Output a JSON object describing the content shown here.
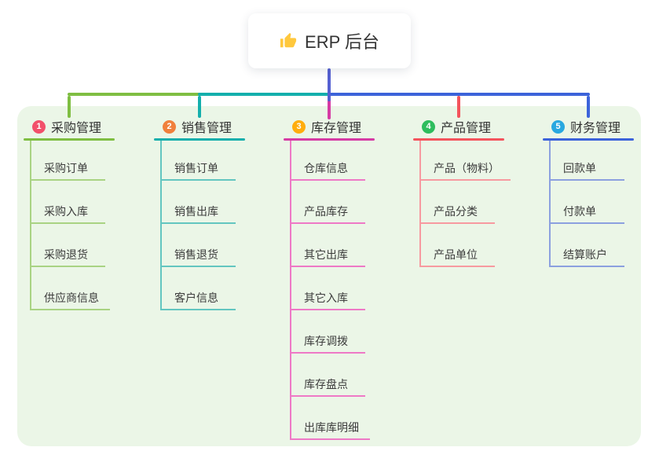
{
  "root": {
    "title": "ERP 后台",
    "icon": "thumbs-up",
    "line_color": "#5560D2",
    "icon_color": "#FFC83D"
  },
  "panel_color": "#EBF6E7",
  "branches": [
    {
      "num": "1",
      "label": "采购管理",
      "color": "#7FBE42",
      "light_color": "#A9D383",
      "badge_color": "#F2506A",
      "children": [
        "采购订单",
        "采购入库",
        "采购退货",
        "供应商信息"
      ]
    },
    {
      "num": "2",
      "label": "销售管理",
      "color": "#14AFAC",
      "light_color": "#63C6C0",
      "badge_color": "#F0803C",
      "children": [
        "销售订单",
        "销售出库",
        "销售退货",
        "客户信息"
      ]
    },
    {
      "num": "3",
      "label": "库存管理",
      "color": "#D63BA4",
      "light_color": "#EE79C6",
      "badge_color": "#FFAD0D",
      "children": [
        "仓库信息",
        "产品库存",
        "其它出库",
        "其它入库",
        "库存调拨",
        "库存盘点",
        "出库库明细"
      ]
    },
    {
      "num": "4",
      "label": "产品管理",
      "color": "#F4545C",
      "light_color": "#F79AA0",
      "badge_color": "#2EBD5D",
      "children": [
        "产品（物料）",
        "产品分类",
        "产品单位"
      ]
    },
    {
      "num": "5",
      "label": "财务管理",
      "color": "#3C63DA",
      "light_color": "#8CA0DF",
      "badge_color": "#29A8E0",
      "children": [
        "回款单",
        "付款单",
        "结算账户"
      ]
    }
  ]
}
